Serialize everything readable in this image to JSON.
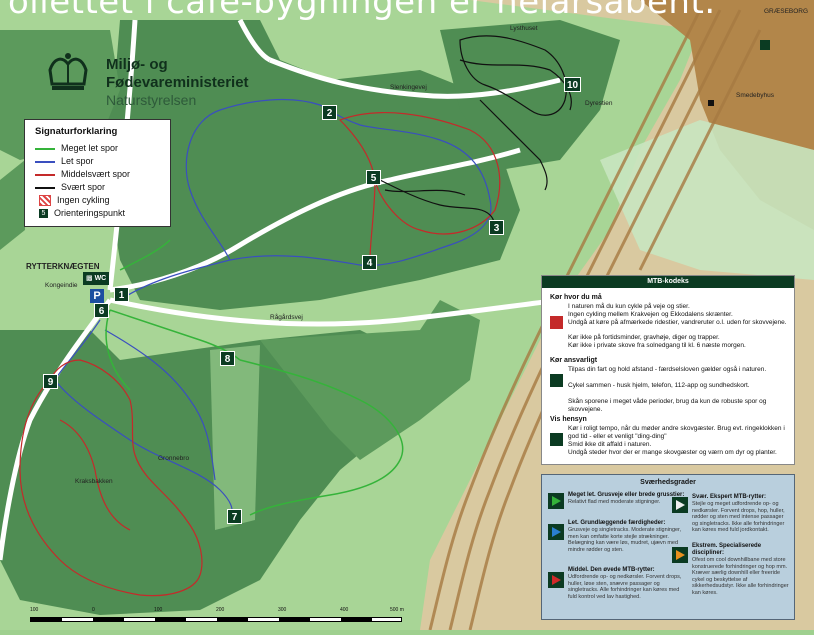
{
  "banner_text": "oilettet i café-bygningen er helårsåbent.",
  "logo": {
    "line1": "Miljø- og",
    "line2": "Fødevareministeriet",
    "line3": "Naturstyrelsen"
  },
  "legend": {
    "title": "Signaturforklaring",
    "items": [
      {
        "label": "Meget let spor",
        "color": "#35b33a",
        "kind": "line"
      },
      {
        "label": "Let spor",
        "color": "#3a4fbf",
        "kind": "line"
      },
      {
        "label": "Middelsvært spor",
        "color": "#c42a2a",
        "kind": "line"
      },
      {
        "label": "Svært spor",
        "color": "#111111",
        "kind": "line"
      },
      {
        "label": "Ingen cykling",
        "color": "#d44444",
        "kind": "hatch"
      },
      {
        "label": "Orienteringspunkt",
        "color": "#0b3b22",
        "kind": "point"
      }
    ]
  },
  "checkpoints": [
    {
      "id": "1"
    },
    {
      "id": "2"
    },
    {
      "id": "3"
    },
    {
      "id": "4"
    },
    {
      "id": "5"
    },
    {
      "id": "6"
    },
    {
      "id": "7"
    },
    {
      "id": "8"
    },
    {
      "id": "9"
    },
    {
      "id": "10"
    }
  ],
  "places": {
    "rytterknaegten": "RYTTERKNÆGTEN",
    "kongeindie": "Kongeindie",
    "lysthuset": "Lysthuset",
    "dyrestien": "Dyrestien",
    "slenkingevej": "Slenkingevej",
    "raegaardsvej": "Rågårdsvej",
    "kraksbakken": "Kraksbakken",
    "gronnebro": "Gronnebro",
    "smedebyhus": "Smedebyhus",
    "graeseborg": "GRÆSEBORG"
  },
  "facilities": {
    "toilet": "WC",
    "parking": "P"
  },
  "mtb_code": {
    "title": "MTB-kodeks",
    "sections": [
      {
        "heading": "Kør hvor du må",
        "items": [
          "I naturen må du kun cykle på veje og stier.",
          "Ingen cykling mellem Krakvejen og Ekkodalens skrænter.",
          "Undgå at køre på afmærkede ridestier, vandreruter o.l. uden for skovvejene.",
          "Kør ikke på fortidsminder, gravhøje, diger og trapper.",
          "Kør ikke i private skove fra solnedgang til kl. 6 næste morgen."
        ]
      },
      {
        "heading": "Kør ansvarligt",
        "items": [
          "Tilpas din fart og hold afstand - færdselsloven gælder også i naturen.",
          "Cykel sammen - husk hjelm, telefon, 112-app og sundhedskort.",
          "Skån sporene i meget våde perioder, brug da kun de robuste spor og skovvejene."
        ]
      },
      {
        "heading": "Vis hensyn",
        "items": [
          "Kør i roligt tempo, når du møder andre skovgæster. Brug evt. ringeklokken i god tid - eller et venligt \"ding-ding\"",
          "Smid ikke dit affald i naturen.",
          "Undgå steder hvor der er mange skovgæster og værn om dyr og planter."
        ]
      }
    ]
  },
  "severity": {
    "title": "Sværhedsgrader",
    "levels": [
      {
        "title": "Meget let. Grusveje eller brede grusstier:",
        "desc": "Relativt flad med moderate stigninger.",
        "color": "#35b33a"
      },
      {
        "title": "Let. Grundlæggende færdigheder:",
        "desc": "Grusveje og singletracks. Moderate stigninger, men kan omfatte korte stejle strækninger. Belægning kan være løs, mudret, ujævn med mindre rødder og sten.",
        "color": "#2a7fd0"
      },
      {
        "title": "Middel. Den øvede MTB-rytter:",
        "desc": "Udfordrende op- og nedkørsler. Forvent drops, huller, løse sten, snævre passager og singletracks. Alle forhindringer kan køres med fuld kontrol ved lav hastighed.",
        "color": "#d02a2a"
      },
      {
        "title": "Svær. Ekspert MTB-rytter:",
        "desc": "Stejle og meget udfordrende op- og nedkørsler. Forvent drops, hop, huller, rødder og sten med intense passager og singletracks. Ikke alle forhindringer kan køres med fuld jordkontakt.",
        "color": "#111111"
      },
      {
        "title": "Ekstrem. Specialiserede discipliner:",
        "desc": "Ofest om cool downhillbane med store konstruerede forhindringer og hop mm. Kræver særlig downhill eller freeride cykel og beskyttelse af sikkerhedsudstyr. Ikke alle forhindringer kan køres.",
        "color": "#e8901e"
      }
    ]
  },
  "scale": {
    "labels": [
      "100",
      "0",
      "100",
      "200",
      "300",
      "400",
      "500 m"
    ]
  },
  "colors": {
    "forest": "#4f8d53",
    "light_forest": "#9fd08f",
    "road": "#ffffff",
    "ridge": "#b5874a",
    "sand": "#e8d5a8"
  }
}
